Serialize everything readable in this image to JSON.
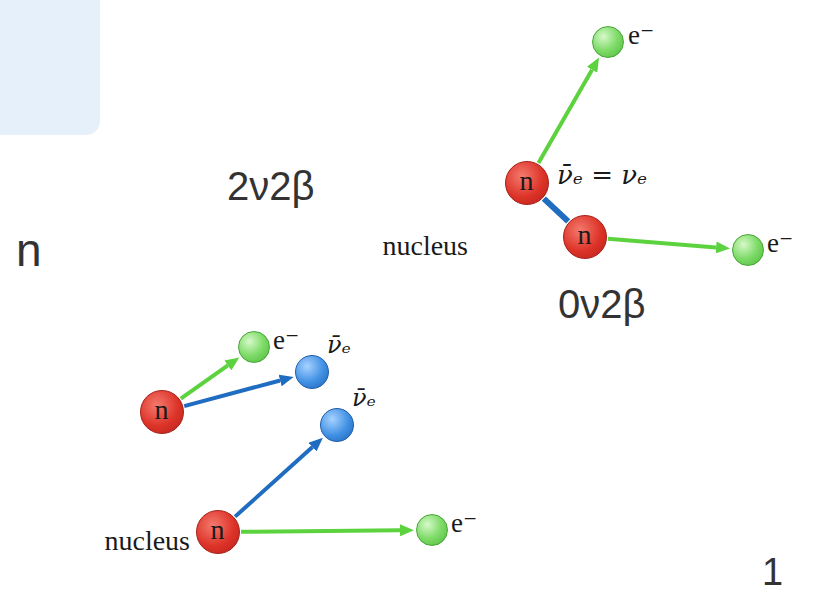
{
  "diagram": {
    "nodes": [
      {
        "text": [
          "nucleus"
        ]
      },
      {
        "text": [
          "n"
        ],
        "in": 0
      },
      {
        "text": [
          "n"
        ],
        "in": 0
      },
      {
        "text": [
          "e⁻"
        ]
      },
      {
        "text": [
          "e⁻"
        ]
      },
      {
        "text": [
          "nucleus"
        ]
      },
      {
        "text": [
          "n"
        ],
        "in": 5
      },
      {
        "text": [
          "n"
        ],
        "in": 5
      },
      {
        "text": [
          "e⁻"
        ]
      },
      {
        "text": [
          "ν̄ₑ"
        ]
      },
      {
        "text": [
          "ν̄ₑ"
        ]
      },
      {
        "text": [
          "e⁻"
        ]
      }
    ],
    "edges": [
      {
        "from": 1,
        "to": 3,
        "arrow": "to"
      },
      {
        "from": 1,
        "to": 2,
        "arrow": "none",
        "label": "ν̄ₑ = νₑ"
      },
      {
        "from": 2,
        "to": 4,
        "arrow": "to"
      },
      {
        "from": 6,
        "to": 8,
        "arrow": "to"
      },
      {
        "from": 6,
        "to": 9,
        "arrow": "to"
      },
      {
        "from": 7,
        "to": 10,
        "arrow": "to"
      },
      {
        "from": 7,
        "to": 11,
        "arrow": "to"
      }
    ],
    "labels": [
      "2ν2β",
      "n",
      "0ν2β",
      "1"
    ]
  }
}
